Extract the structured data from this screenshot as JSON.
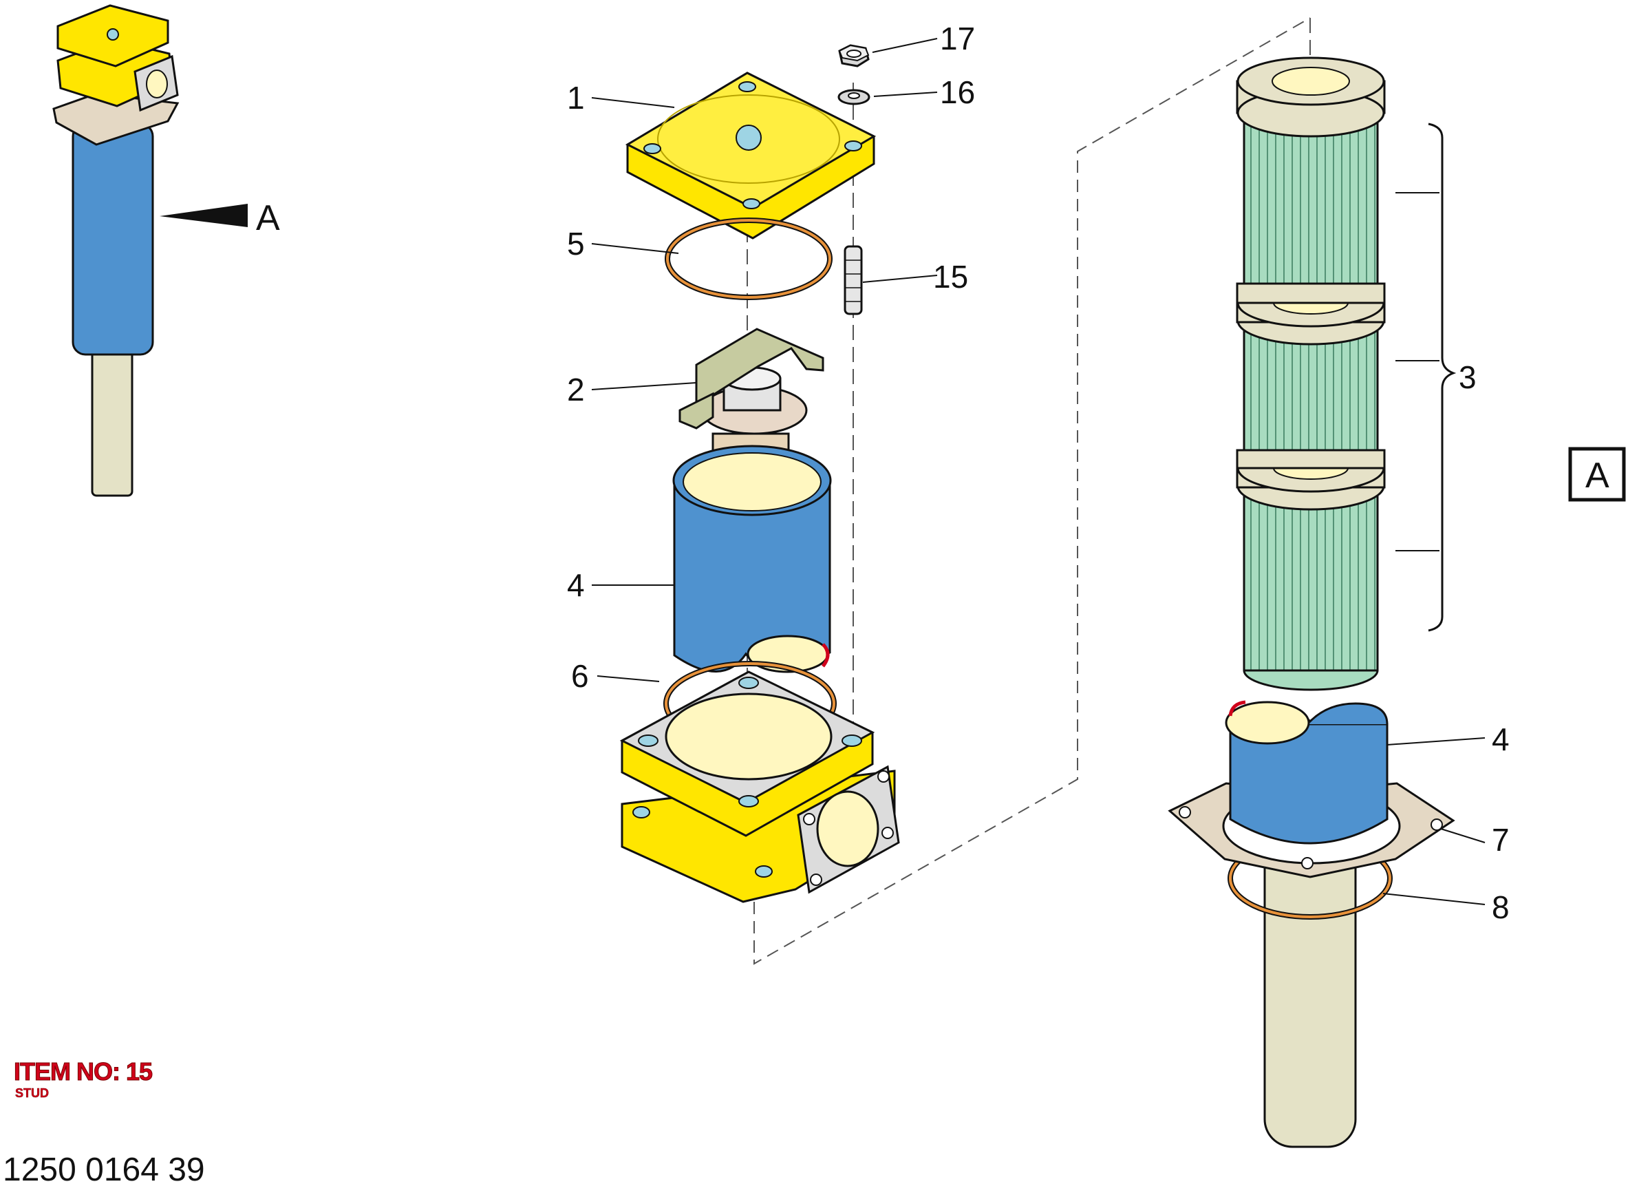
{
  "overview": {
    "view_pointer_label": "A"
  },
  "callouts": {
    "c1": "1",
    "c2": "2",
    "c3": "3",
    "c4_left": "4",
    "c4_right": "4",
    "c5": "5",
    "c6": "6",
    "c7": "7",
    "c8": "8",
    "c15": "15",
    "c16": "16",
    "c17": "17"
  },
  "view_box_label": "A",
  "selected_item": {
    "title": "ITEM NO: 15",
    "name": "STUD"
  },
  "document_number": "1250 0164 39",
  "colors": {
    "housing_yellow": "#ffe600",
    "bowl_blue": "#4f92cf",
    "filter_green": "#a8dcc0",
    "filter_cap": "#e6e2c8",
    "seal_orange": "#e8923a",
    "tube_beige": "#e4e2c6",
    "bracket_olive": "#c6cba0",
    "highlight_red": "#d0021b"
  }
}
